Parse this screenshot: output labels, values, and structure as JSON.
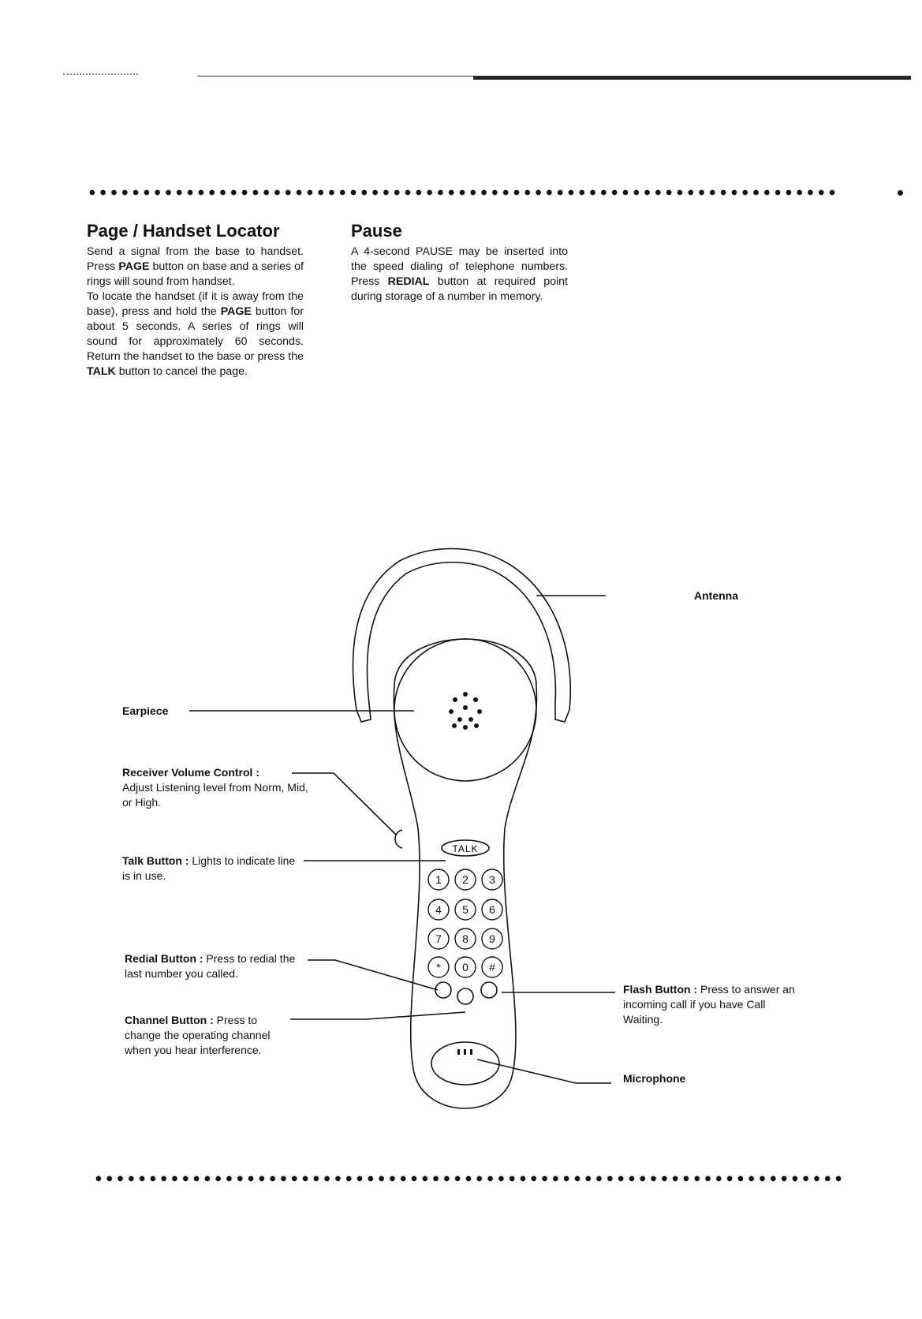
{
  "sections": {
    "page_locator": {
      "title": "Page / Handset Locator",
      "p1_a": "Send a signal from the base to handset. Press ",
      "p1_b": "PAGE",
      "p1_c": " button on base and a series of rings will sound from handset.",
      "p2_a": "To locate the handset (if it is away from the base), press and hold the ",
      "p2_b": "PAGE",
      "p2_c": " button for about 5 seconds. A series of rings will sound for approximately 60 seconds. Return the handset to the base or press the ",
      "p2_d": "TALK",
      "p2_e": " button to cancel the page."
    },
    "pause": {
      "title": "Pause",
      "p1_a": "A 4-second PAUSE may be inserted into the speed dialing of telephone numbers. Press ",
      "p1_b": "REDIAL",
      "p1_c": " button at required point during storage of a number in memory."
    }
  },
  "diagram": {
    "antenna": "Antenna",
    "earpiece": "Earpiece",
    "receiver_volume_title": "Receiver Volume Control :",
    "receiver_volume_desc": "Adjust Listening level from Norm, Mid, or High.",
    "talk_title": "Talk Button :",
    "talk_desc": " Lights to indicate line is in use.",
    "redial_title": "Redial Button :",
    "redial_desc": " Press to redial the last number you called.",
    "channel_title": "Channel Button :",
    "channel_desc": " Press to change the operating channel when you hear interference.",
    "flash_title": "Flash Button :",
    "flash_desc": " Press to answer an incoming call if you have Call Waiting.",
    "microphone": "Microphone",
    "talk_key": "TALK",
    "keys": [
      "1",
      "2",
      "3",
      "4",
      "5",
      "6",
      "7",
      "8",
      "9",
      "*",
      "0",
      "#"
    ]
  }
}
